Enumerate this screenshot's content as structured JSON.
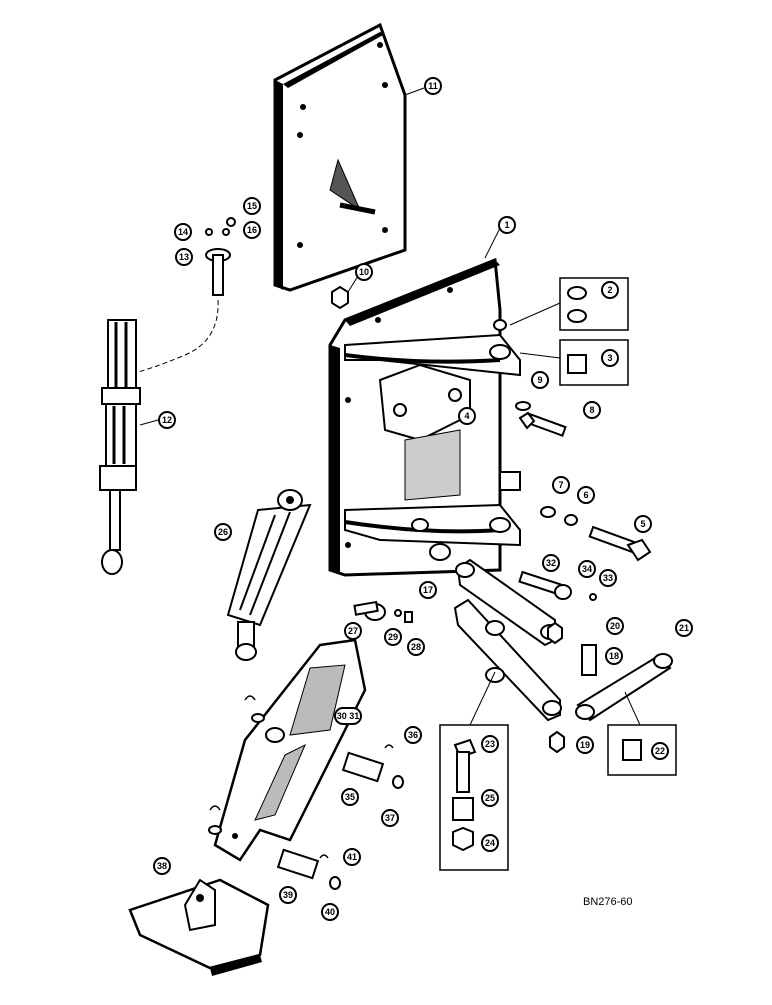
{
  "diagram": {
    "drawing_code": "BN276-60",
    "callouts": {
      "c1": "1",
      "c2": "2",
      "c3": "3",
      "c4": "4",
      "c5": "5",
      "c6": "6",
      "c7": "7",
      "c8": "8",
      "c9": "9",
      "c10": "10",
      "c11": "11",
      "c12": "12",
      "c13": "13",
      "c14": "14",
      "c15": "15",
      "c16": "16",
      "c17": "17",
      "c18": "18",
      "c19": "19",
      "c20": "20",
      "c21": "21",
      "c22": "22",
      "c23": "23",
      "c24": "24",
      "c25": "25",
      "c26": "26",
      "c27": "27",
      "c28": "28",
      "c29": "29",
      "c30": "30 31",
      "c32": "32",
      "c33": "33",
      "c34": "34",
      "c35": "35",
      "c36": "36",
      "c37": "37",
      "c38": "38",
      "c39": "39",
      "c40": "40",
      "c41": "41"
    },
    "icons": {
      "mounting_plate": "plate-icon",
      "frame": "bracket-frame-icon",
      "hydraulic_cylinder": "cylinder-icon",
      "lift_arm": "arm-icon",
      "foot_plate": "foot-plate-icon"
    }
  }
}
